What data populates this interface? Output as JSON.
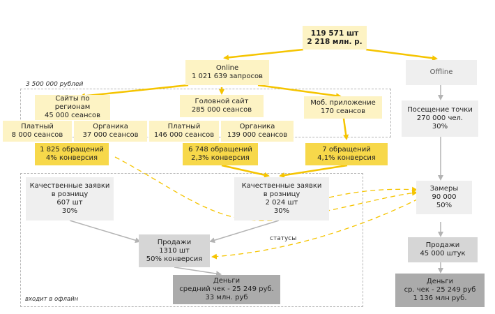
{
  "colors": {
    "yellow_arrow": "#f5c400",
    "yellow_light": "#fdf3c4",
    "yellow_dark": "#f7d84a",
    "gray_arrow": "#b3b3b3"
  },
  "total": {
    "line1": "119 571 шт",
    "line2": "2 218 млн. р."
  },
  "online": {
    "line1": "Online",
    "line2": "1 021 639 запросов"
  },
  "offline": {
    "line1": "Offline"
  },
  "budget_note": "3 500 000 рублей",
  "regions_site": {
    "line1": "Сайты по",
    "line2": "регионам",
    "line3": "45 000 сеансов"
  },
  "main_site": {
    "line1": "Головной сайт",
    "line2": "285 000 сеансов"
  },
  "mobile_app": {
    "line1": "Моб. приложение",
    "line2": "170 сеансов"
  },
  "paid_regions": {
    "line1": "Платный",
    "line2": "8 000 сеансов"
  },
  "organic_regions": {
    "line1": "Органика",
    "line2": "37 000 сеансов"
  },
  "paid_main": {
    "line1": "Платный",
    "line2": "146 000 сеансов"
  },
  "organic_main": {
    "line1": "Органика",
    "line2": "139 000 сеансов"
  },
  "conv_regions": {
    "line1": "1 825 обращений",
    "line2": "4% конверсия"
  },
  "conv_main": {
    "line1": "6 748 обращений",
    "line2": "2,3% конверсия"
  },
  "conv_mobile": {
    "line1": "7 обращений",
    "line2": "4,1% конверсия"
  },
  "leads_retail_left": {
    "line1": "Качественные заявки",
    "line2": "в розницу",
    "line3": "607 шт",
    "line4": "30%"
  },
  "leads_retail_mid": {
    "line1": "Качественные заявки",
    "line2": "в розницу",
    "line3": "2 024 шт",
    "line4": "30%"
  },
  "sales_online": {
    "line1": "Продажи",
    "line2": "1310 шт",
    "line3": "50% конверсия"
  },
  "money_online": {
    "line1": "Деньги",
    "line2": "средний чек - 25 249 руб.",
    "line3": "33 млн. руб"
  },
  "statuses_label": "статусы",
  "offline_note": "входит в офлайн",
  "visit_point": {
    "line1": "Посещение точки",
    "line2": "270 000 чел.",
    "line3": "30%"
  },
  "measurements": {
    "line1": "Замеры",
    "line2": "90 000",
    "line3": "50%"
  },
  "sales_offline": {
    "line1": "Продажи",
    "line2": "45 000 штук"
  },
  "money_offline": {
    "line1": "Деньги",
    "line2": "ср. чек - 25 249 руб",
    "line3": "1 136 млн руб."
  }
}
